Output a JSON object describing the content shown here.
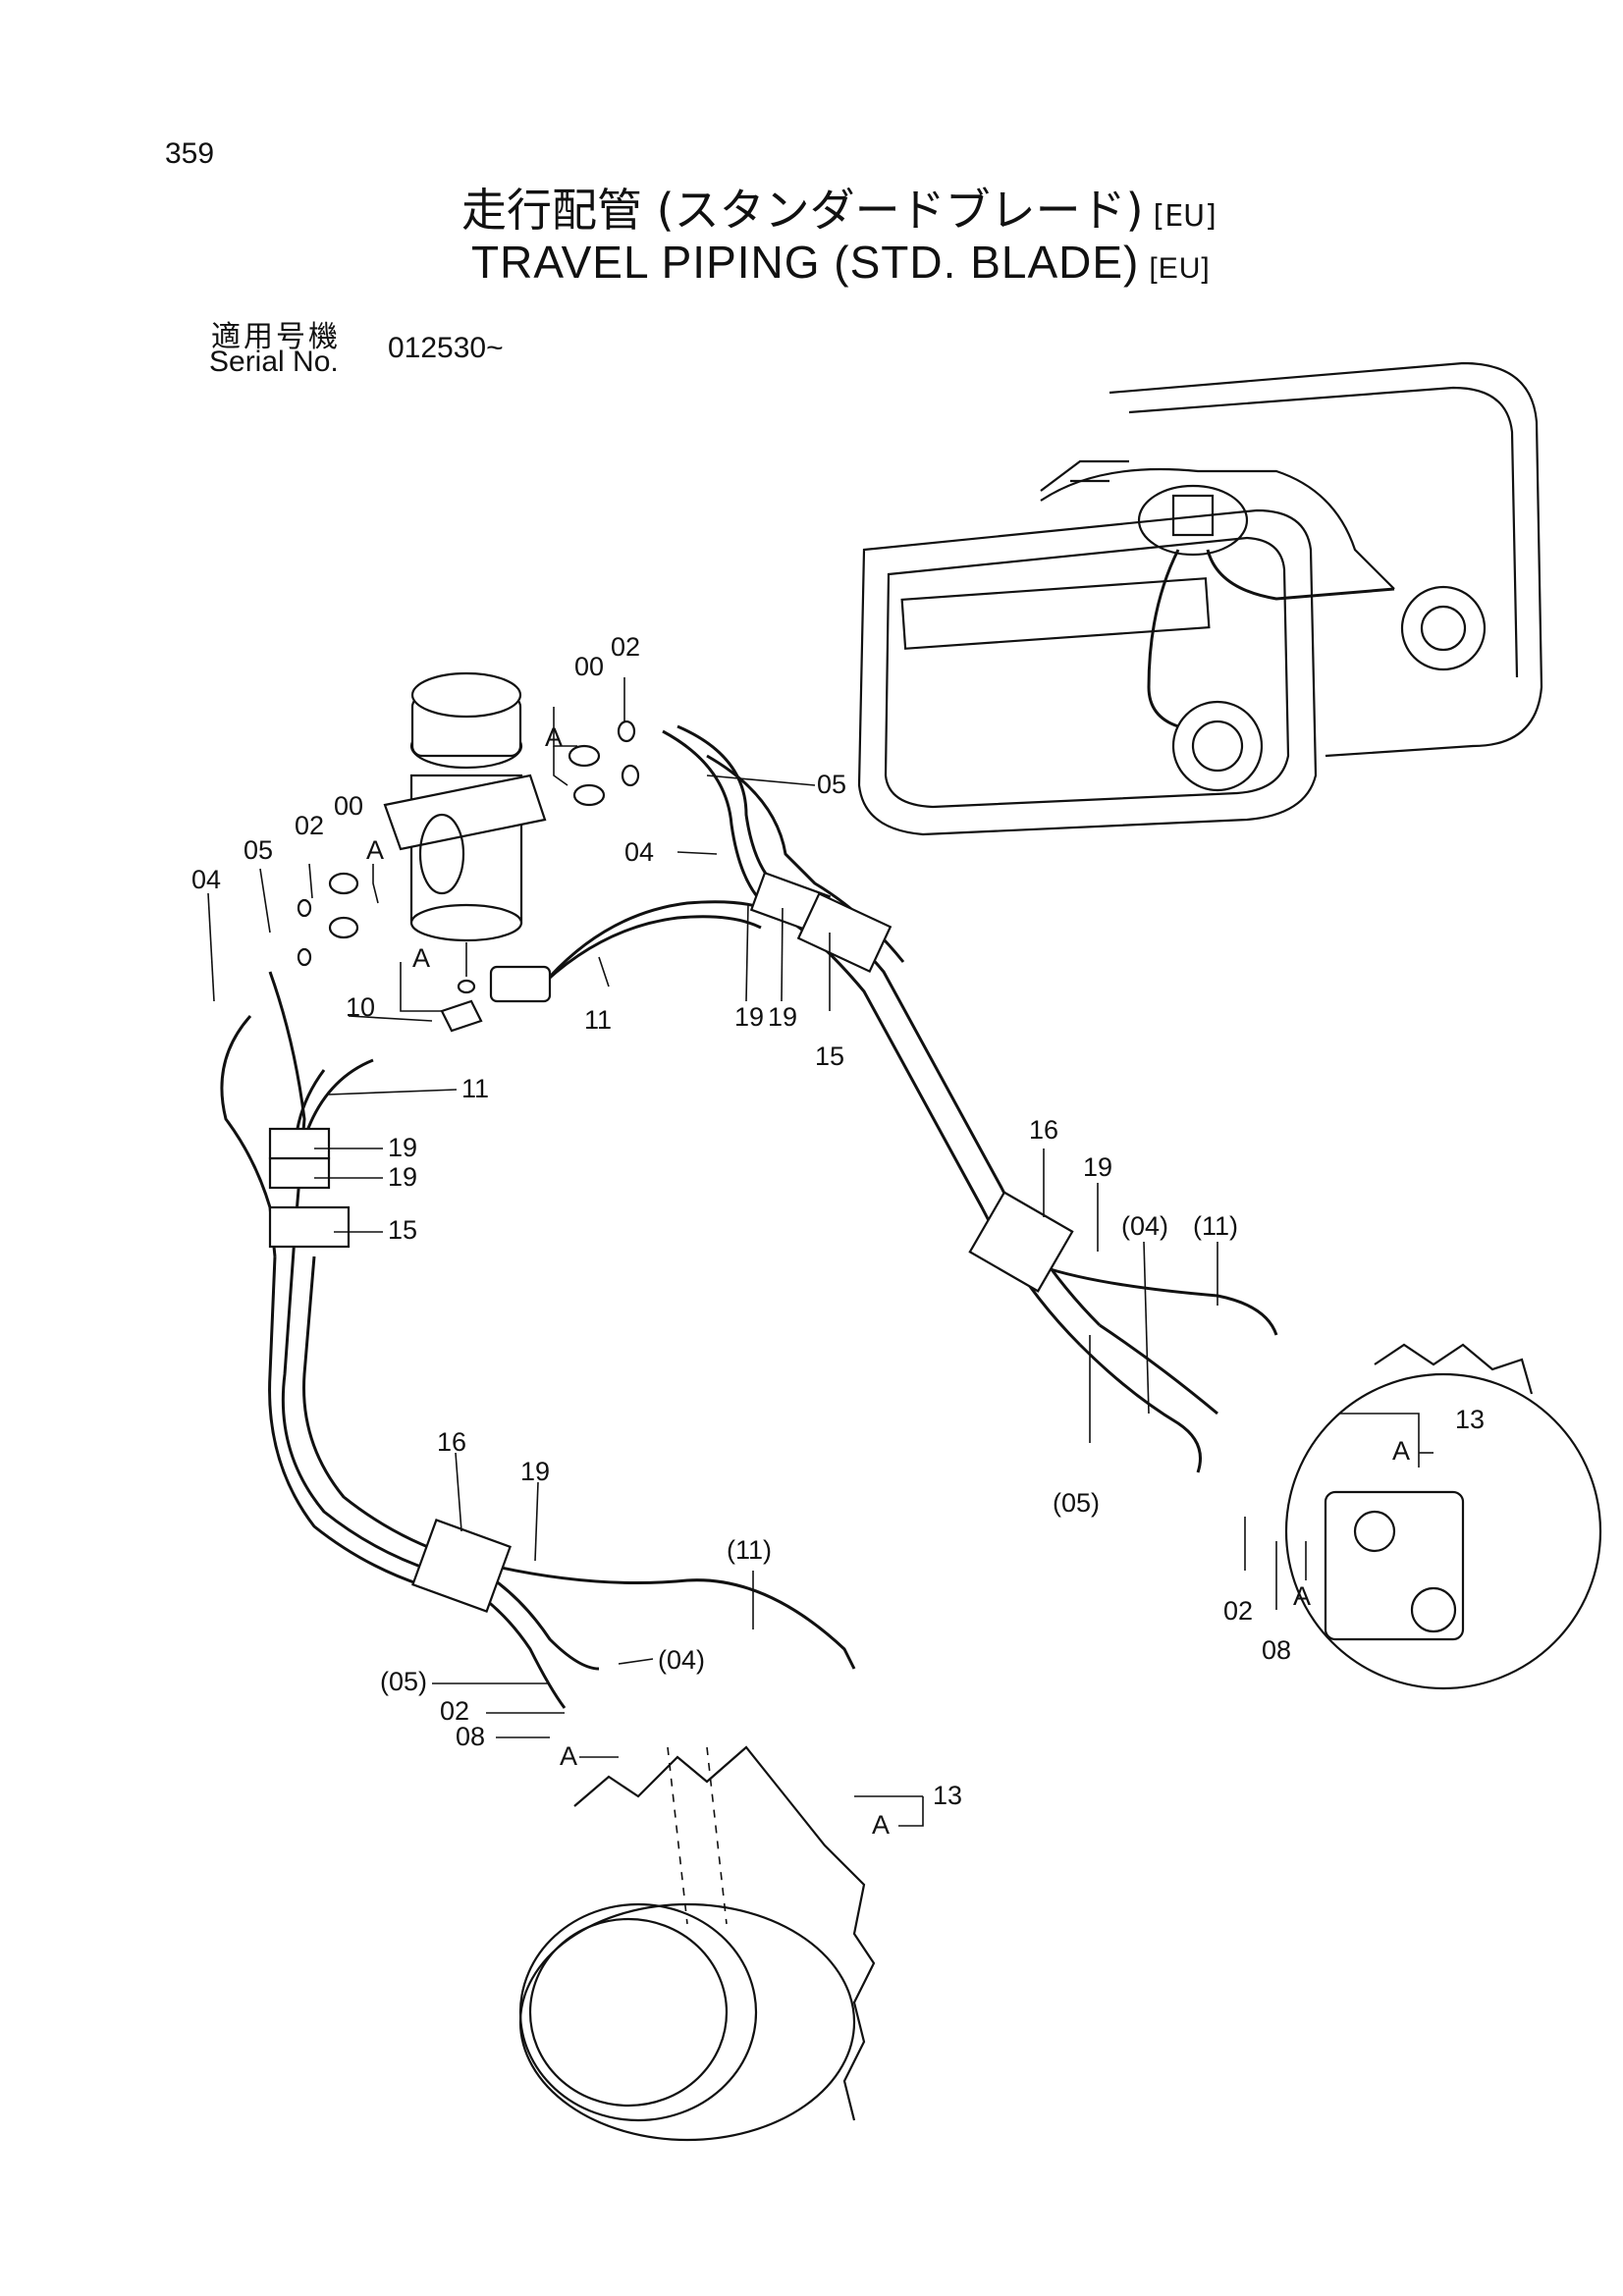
{
  "page_number": "359",
  "title_ja": "走行配管 (スタンダードブレード)",
  "title_en": "TRAVEL PIPING (STD. BLADE)",
  "region_tag": "[EU]",
  "serial": {
    "label_ja": "適用号機",
    "label_en": "Serial No.",
    "value": "012530~"
  },
  "callouts": {
    "c00a": "00",
    "c02a": "02",
    "cAa": "A",
    "c00b": "00",
    "c02b": "02",
    "cAb": "A",
    "c05a": "05",
    "c04a": "04",
    "cAc": "A",
    "c10": "10",
    "c11a": "11",
    "c11b": "11",
    "c05b": "05",
    "c04b": "04",
    "c19a": "19",
    "c19b": "19",
    "c15a": "15",
    "c19c": "19",
    "c19d": "19",
    "c15b": "15",
    "c16a": "16",
    "c19e": "19",
    "c04c": "(04)",
    "c11c": "(11)",
    "c13a": "13",
    "cAd": "A",
    "c05c": "(05)",
    "c02c": "02",
    "c08a": "08",
    "cAe": "A",
    "c16b": "16",
    "c19f": "19",
    "c11d": "(11)",
    "c04d": "(04)",
    "c05d": "(05)",
    "c02d": "02",
    "c08b": "08",
    "cAf": "A",
    "c13b": "13",
    "cAg": "A"
  }
}
